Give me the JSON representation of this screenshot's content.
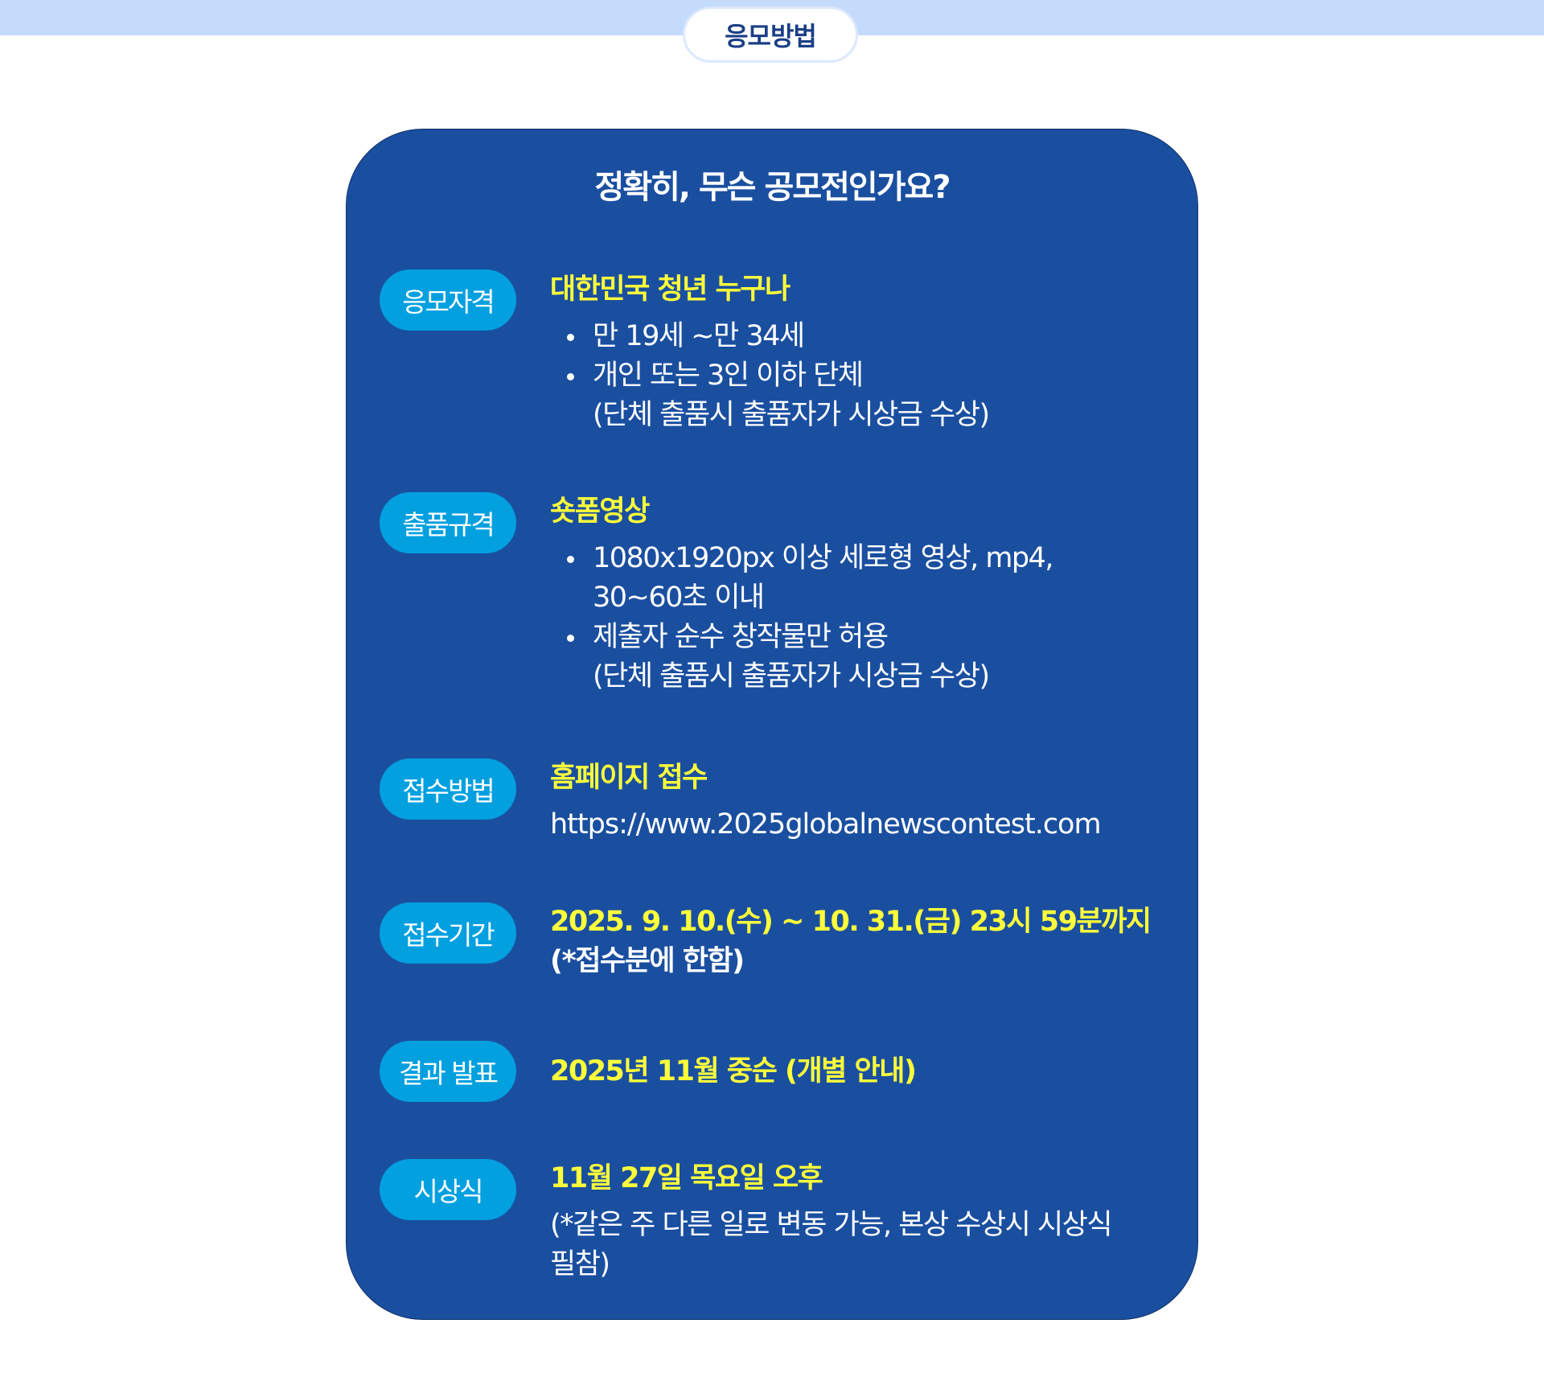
{
  "header": {
    "tab_label": "응모방법"
  },
  "card": {
    "title": "정확히, 무슨 공모전인가요?",
    "sections": [
      {
        "label": "응모자격",
        "headline": "대한민국 청년 누구나",
        "bullets": [
          "만 19세 ~만 34세",
          "개인 또는 3인 이하 단체"
        ],
        "note": "(단체 출품시 출품자가 시상금 수상)"
      },
      {
        "label": "출품규격",
        "headline": "숏폼영상",
        "bullets": [
          "1080x1920px 이상 세로형 영상, mp4,",
          "제출자 순수 창작물만 허용"
        ],
        "bullet1_cont": "30~60초 이내",
        "note": "(단체 출품시 출품자가 시상금 수상)"
      },
      {
        "label": "접수방법",
        "headline": "홈페이지 접수",
        "link": "https://www.2025globalnewscontest.com"
      },
      {
        "label": "접수기간",
        "headline": "2025. 9. 10.(수) ~ 10. 31.(금) 23시 59분까지",
        "note": "(*접수분에 한함)"
      },
      {
        "label": "결과 발표",
        "headline": "2025년 11월 중순 (개별 안내)"
      },
      {
        "label": "시상식",
        "headline": "11월 27일 목요일 오후",
        "note": "(*같은 주 다른 일로 변동 가능, 본상 수상시 시상식 필참)"
      }
    ]
  },
  "colors": {
    "card": "#1a4fa0",
    "label": "#03a0e0",
    "highlight": "#fefe3a",
    "band": "#c4dbfc"
  }
}
